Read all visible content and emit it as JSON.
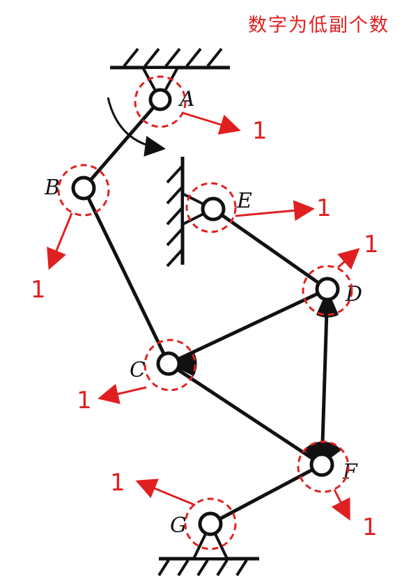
{
  "note": "数字为低副个数",
  "joints": {
    "A": "A",
    "B": "B",
    "C": "C",
    "D": "D",
    "E": "E",
    "F": "F",
    "G": "G"
  },
  "pair_counts": {
    "A": "1",
    "B": "1",
    "C": "1",
    "D": "1",
    "E": "1",
    "F": "1",
    "G": "1"
  },
  "colors": {
    "annotation": "#e02020",
    "mechanism": "#111111"
  }
}
